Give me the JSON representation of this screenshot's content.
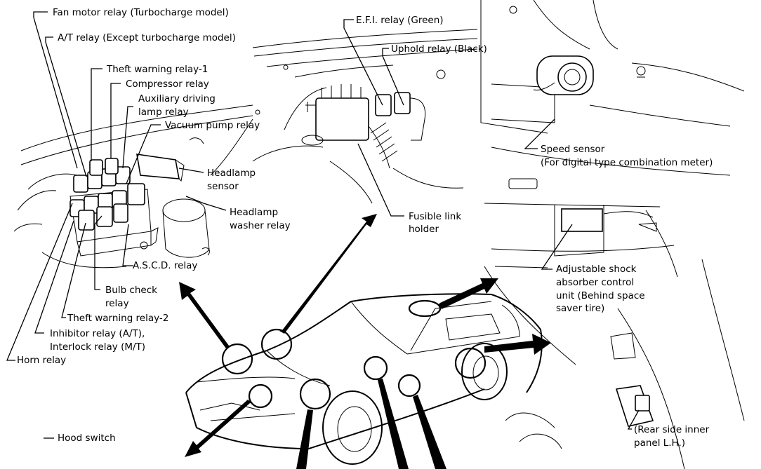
{
  "labels": {
    "fan_motor_relay": "Fan motor relay (Turbocharge model)",
    "at_relay": "A/T relay (Except turbocharge model)",
    "theft_warning_relay_1": "Theft warning relay-1",
    "compressor_relay": "Compressor relay",
    "aux_driving_1": "Auxiliary driving",
    "aux_driving_2": "lamp relay",
    "vacuum_pump_relay": "Vacuum pump relay",
    "headlamp_sensor_1": "Headlamp",
    "headlamp_sensor_2": "sensor",
    "headlamp_washer_1": "Headlamp",
    "headlamp_washer_2": "washer relay",
    "ascd_relay": "A.S.C.D. relay",
    "bulb_check_1": "Bulb check",
    "bulb_check_2": "relay",
    "theft_warning_relay_2": "Theft warning relay-2",
    "inhibitor_relay_1": "Inhibitor relay (A/T),",
    "inhibitor_relay_2": "Interlock relay (M/T)",
    "horn_relay": "Horn relay",
    "hood_switch": "Hood switch",
    "efi_relay": "E.F.I. relay (Green)",
    "uphold_relay": "Uphold relay (Black)",
    "fusible_link_1": "Fusible link",
    "fusible_link_2": "holder",
    "speed_sensor_1": "Speed sensor",
    "speed_sensor_2": "(For digital type combination meter)",
    "shock_unit_1": "Adjustable shock",
    "shock_unit_2": "absorber control",
    "shock_unit_3": "unit (Behind space",
    "shock_unit_4": "saver tire)",
    "rear_panel_1": "(Rear side inner",
    "rear_panel_2": "panel L.H.)"
  }
}
